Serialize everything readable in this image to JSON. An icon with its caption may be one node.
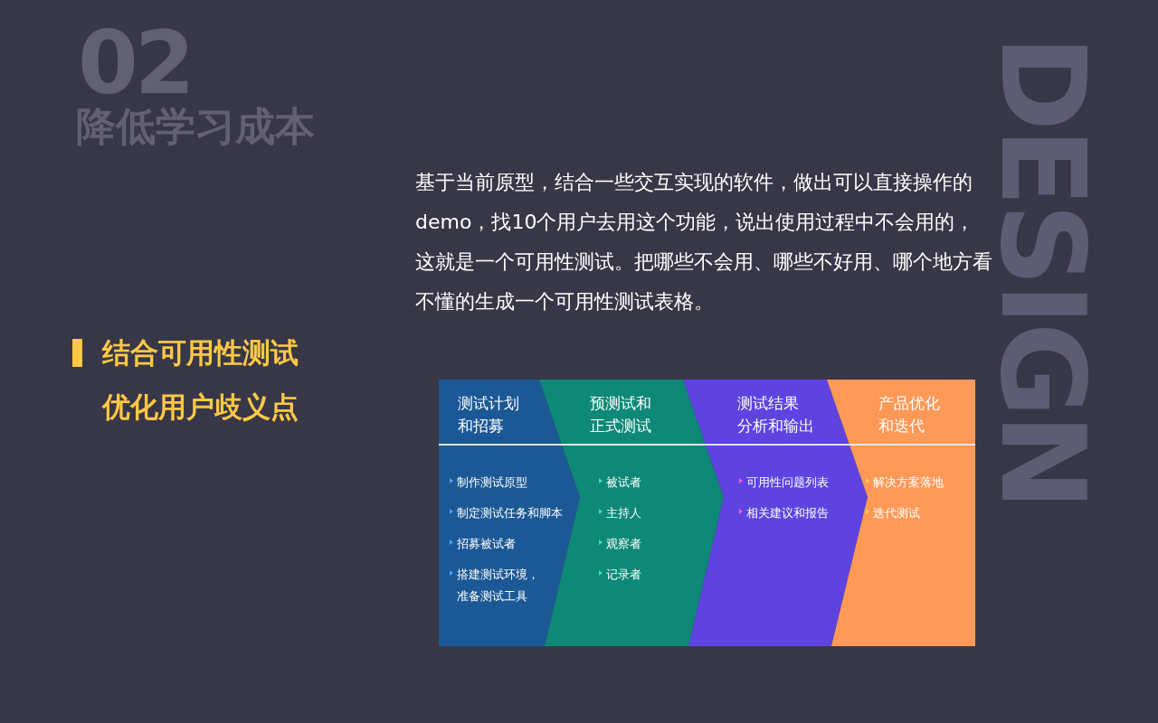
{
  "diagram": {
    "title": "降低学习成本",
    "nodes": [
      {
        "text": [
          "测试计划和招募",
          "制作测试原型",
          "制定测试任务和脚本",
          "招募被试者",
          "搭建测试环境，准备测试工具"
        ]
      },
      {
        "text": [
          "预测试和正式测试",
          "被试者",
          "主持人",
          "观察者",
          "记录者"
        ]
      },
      {
        "text": [
          "测试结果分析和输出",
          "可用性问题列表",
          "相关建议和报告"
        ]
      },
      {
        "text": [
          "产品优化和迭代",
          "解决方案落地",
          "迭代测试"
        ]
      }
    ],
    "labels": [
      "02",
      "基于当前原型，结合一些交互实现的软件，做出可以直接操作的demo，找10个用户去用这个功能，说出使用过程中不会用的，这就是一个可用性测试。把哪些不会用、哪些不好用、哪个地方看不懂的生成一个可用性测试表格。",
      "DESIGN",
      "结合可用性测试优化用户歧义点"
    ]
  }
}
